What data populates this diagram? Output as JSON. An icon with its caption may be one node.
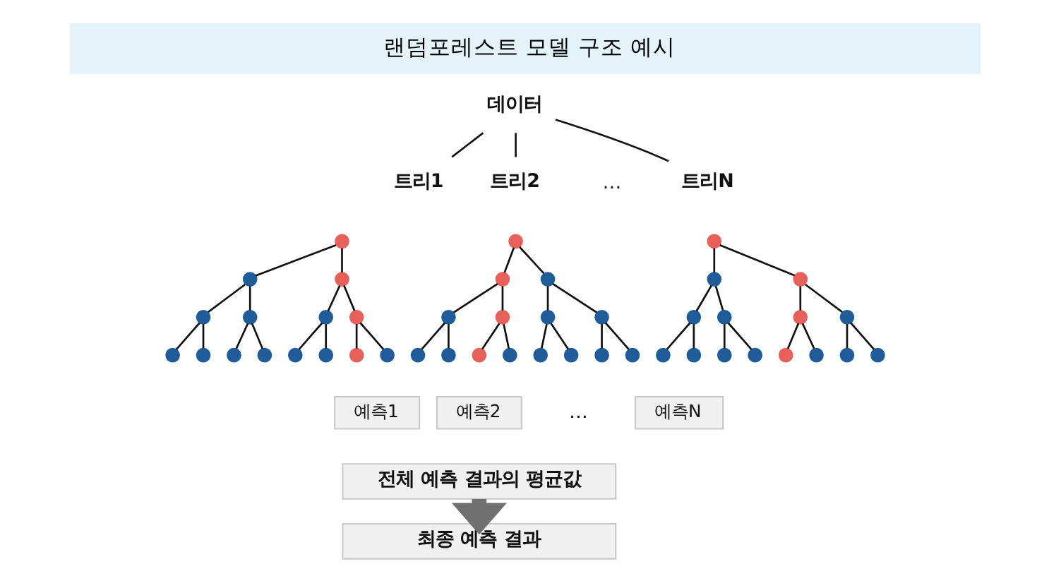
{
  "diagram": {
    "title": "랜덤포레스트 모델 구조 예시",
    "nodes": [
      {
        "text": [
          "데이터"
        ]
      },
      {
        "text": [
          "트리1"
        ]
      },
      {
        "text": [
          "트리2"
        ]
      },
      {
        "text": [
          "트리N"
        ]
      },
      {
        "text": [],
        "shape": "circle"
      },
      {
        "text": [],
        "shape": "circle"
      },
      {
        "text": [],
        "shape": "circle"
      },
      {
        "text": [],
        "shape": "circle"
      },
      {
        "text": [],
        "shape": "circle"
      },
      {
        "text": [],
        "shape": "circle"
      },
      {
        "text": [],
        "shape": "circle"
      },
      {
        "text": [],
        "shape": "circle"
      },
      {
        "text": [],
        "shape": "circle"
      },
      {
        "text": [],
        "shape": "circle"
      },
      {
        "text": [],
        "shape": "circle"
      },
      {
        "text": [],
        "shape": "circle"
      },
      {
        "text": [],
        "shape": "circle"
      },
      {
        "text": [],
        "shape": "circle"
      },
      {
        "text": [],
        "shape": "circle"
      },
      {
        "text": [],
        "shape": "circle"
      },
      {
        "text": [],
        "shape": "circle"
      },
      {
        "text": [],
        "shape": "circle"
      },
      {
        "text": [],
        "shape": "circle"
      },
      {
        "text": [],
        "shape": "circle"
      },
      {
        "text": [],
        "shape": "circle"
      },
      {
        "text": [],
        "shape": "circle"
      },
      {
        "text": [],
        "shape": "circle"
      },
      {
        "text": [],
        "shape": "circle"
      },
      {
        "text": [],
        "shape": "circle"
      },
      {
        "text": [],
        "shape": "circle"
      },
      {
        "text": [],
        "shape": "circle"
      },
      {
        "text": [],
        "shape": "circle"
      },
      {
        "text": [],
        "shape": "circle"
      },
      {
        "text": [],
        "shape": "circle"
      },
      {
        "text": [],
        "shape": "circle"
      },
      {
        "text": [],
        "shape": "circle"
      },
      {
        "text": [],
        "shape": "circle"
      },
      {
        "text": [],
        "shape": "circle"
      },
      {
        "text": [],
        "shape": "circle"
      },
      {
        "text": [],
        "shape": "circle"
      },
      {
        "text": [],
        "shape": "circle"
      },
      {
        "text": [],
        "shape": "circle"
      },
      {
        "text": [],
        "shape": "circle"
      },
      {
        "text": [],
        "shape": "circle"
      },
      {
        "text": [],
        "shape": "circle"
      },
      {
        "text": [],
        "shape": "circle"
      },
      {
        "text": [],
        "shape": "circle"
      },
      {
        "text": [],
        "shape": "circle"
      },
      {
        "text": [],
        "shape": "circle"
      },
      {
        "text": [
          "예측1"
        ]
      },
      {
        "text": [
          "예측2"
        ]
      },
      {
        "text": [
          "예측N"
        ]
      },
      {
        "text": [
          "전체 예측 결과의 평균값"
        ]
      },
      {
        "text": [
          "최종 예측 결과"
        ]
      }
    ],
    "edges": [
      {
        "from": 0,
        "to": 1,
        "arrow": "none"
      },
      {
        "from": 0,
        "to": 2,
        "arrow": "none"
      },
      {
        "from": 0,
        "to": 3,
        "arrow": "none"
      },
      {
        "from": 4,
        "to": 5,
        "arrow": "none"
      },
      {
        "from": 4,
        "to": 6,
        "arrow": "none"
      },
      {
        "from": 5,
        "to": 7,
        "arrow": "none"
      },
      {
        "from": 5,
        "to": 8,
        "arrow": "none"
      },
      {
        "from": 6,
        "to": 9,
        "arrow": "none"
      },
      {
        "from": 6,
        "to": 10,
        "arrow": "none"
      },
      {
        "from": 7,
        "to": 11,
        "arrow": "none"
      },
      {
        "from": 7,
        "to": 12,
        "arrow": "none"
      },
      {
        "from": 8,
        "to": 13,
        "arrow": "none"
      },
      {
        "from": 8,
        "to": 14,
        "arrow": "none"
      },
      {
        "from": 9,
        "to": 15,
        "arrow": "none"
      },
      {
        "from": 9,
        "to": 16,
        "arrow": "none"
      },
      {
        "from": 10,
        "to": 17,
        "arrow": "none"
      },
      {
        "from": 10,
        "to": 18,
        "arrow": "none"
      },
      {
        "from": 19,
        "to": 20,
        "arrow": "none"
      },
      {
        "from": 19,
        "to": 21,
        "arrow": "none"
      },
      {
        "from": 20,
        "to": 22,
        "arrow": "none"
      },
      {
        "from": 20,
        "to": 23,
        "arrow": "none"
      },
      {
        "from": 21,
        "to": 24,
        "arrow": "none"
      },
      {
        "from": 21,
        "to": 25,
        "arrow": "none"
      },
      {
        "from": 22,
        "to": 26,
        "arrow": "none"
      },
      {
        "from": 22,
        "to": 27,
        "arrow": "none"
      },
      {
        "from": 23,
        "to": 28,
        "arrow": "none"
      },
      {
        "from": 23,
        "to": 29,
        "arrow": "none"
      },
      {
        "from": 24,
        "to": 30,
        "arrow": "none"
      },
      {
        "from": 24,
        "to": 31,
        "arrow": "none"
      },
      {
        "from": 25,
        "to": 32,
        "arrow": "none"
      },
      {
        "from": 25,
        "to": 33,
        "arrow": "none"
      },
      {
        "from": 34,
        "to": 35,
        "arrow": "none"
      },
      {
        "from": 34,
        "to": 36,
        "arrow": "none"
      },
      {
        "from": 35,
        "to": 37,
        "arrow": "none"
      },
      {
        "from": 35,
        "to": 38,
        "arrow": "none"
      },
      {
        "from": 36,
        "to": 39,
        "arrow": "none"
      },
      {
        "from": 36,
        "to": 40,
        "arrow": "none"
      },
      {
        "from": 37,
        "to": 41,
        "arrow": "none"
      },
      {
        "from": 37,
        "to": 42,
        "arrow": "none"
      },
      {
        "from": 38,
        "to": 43,
        "arrow": "none"
      },
      {
        "from": 38,
        "to": 44,
        "arrow": "none"
      },
      {
        "from": 39,
        "to": 45,
        "arrow": "none"
      },
      {
        "from": 39,
        "to": 46,
        "arrow": "none"
      },
      {
        "from": 40,
        "to": 47,
        "arrow": "none"
      },
      {
        "from": 40,
        "to": 48,
        "arrow": "none"
      },
      {
        "from": 52,
        "to": 53,
        "arrow": "to",
        "style": "thick",
        "color": "#707070"
      }
    ],
    "labels": [
      "…",
      "…"
    ]
  }
}
